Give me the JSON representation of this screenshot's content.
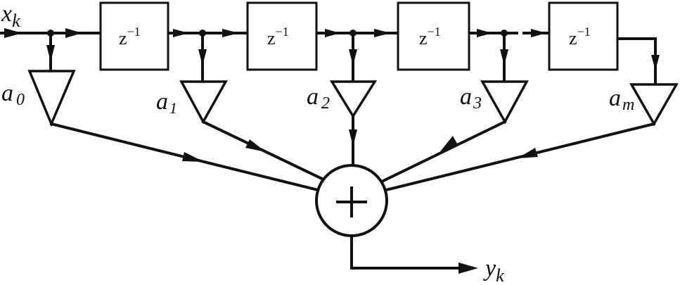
{
  "input_signal": {
    "var": "x",
    "sub": "k"
  },
  "output_signal": {
    "var": "y",
    "sub": "k"
  },
  "delays": [
    {
      "z": "z",
      "exp": "−1"
    },
    {
      "z": "z",
      "exp": "−1"
    },
    {
      "z": "z",
      "exp": "−1"
    },
    {
      "z": "z",
      "exp": "−1"
    }
  ],
  "coefficients": [
    {
      "var": "a",
      "sub": "0"
    },
    {
      "var": "a",
      "sub": "1"
    },
    {
      "var": "a",
      "sub": "2"
    },
    {
      "var": "a",
      "sub": "3"
    },
    {
      "var": "a",
      "sub": "m"
    }
  ],
  "summer_symbol": "+"
}
